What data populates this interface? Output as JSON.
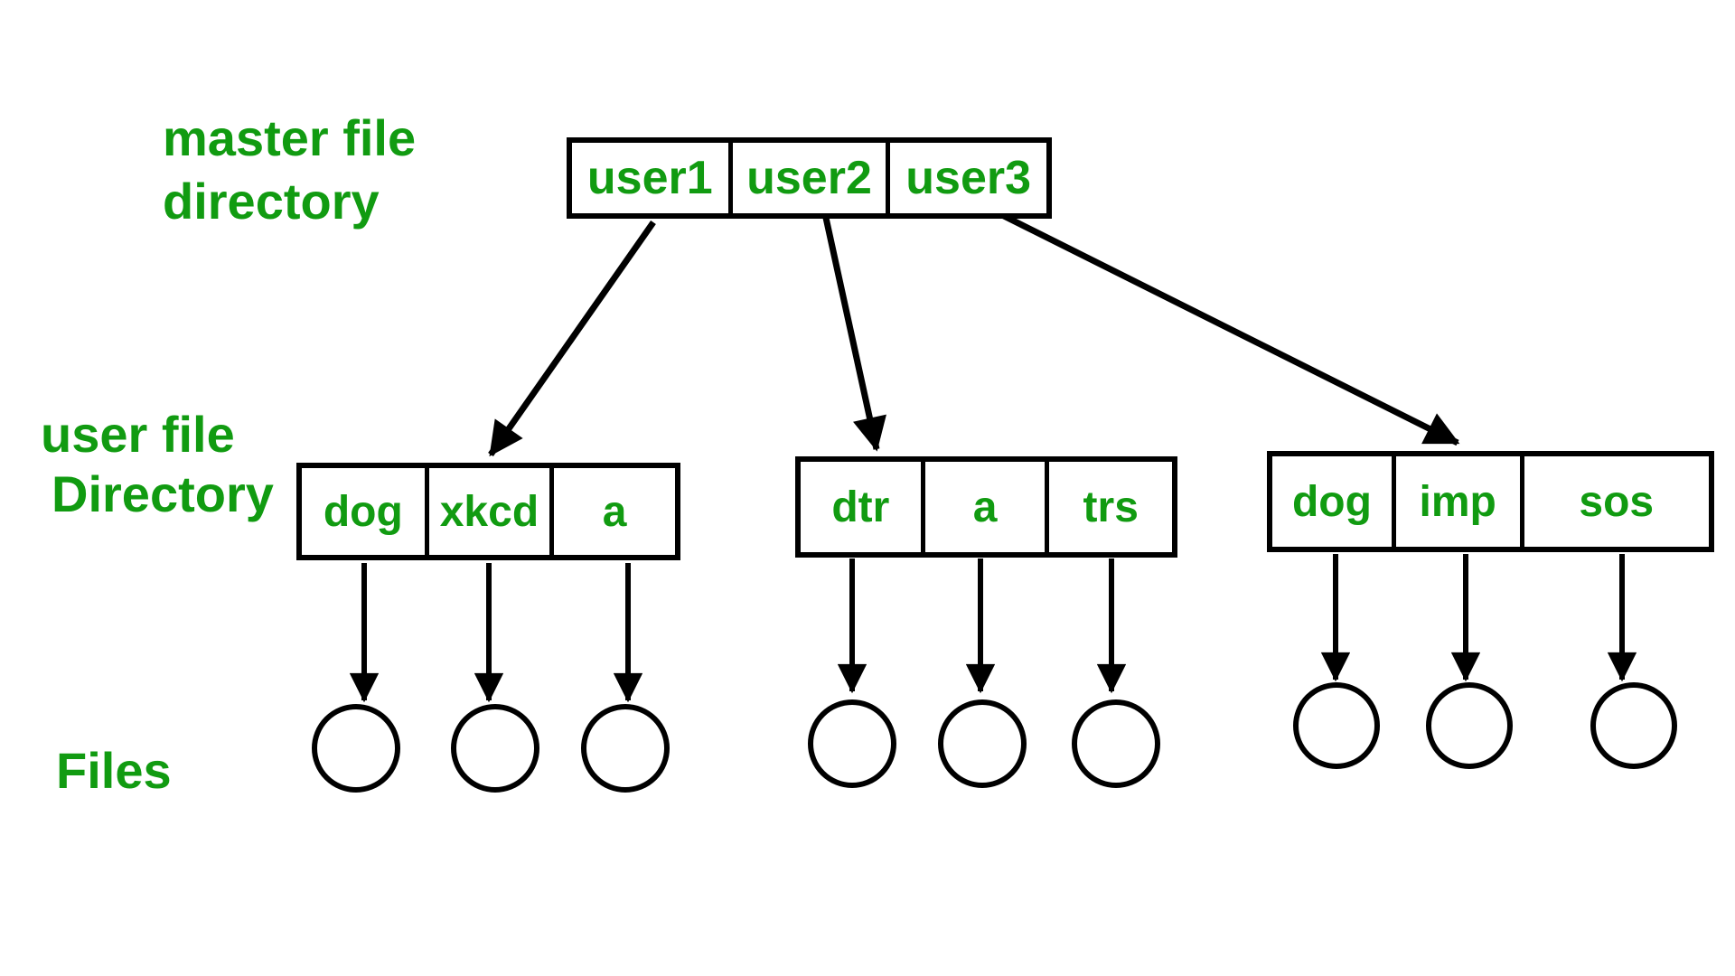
{
  "labels": {
    "master_line1": "master file",
    "master_line2": "directory",
    "user_line1": "user file",
    "user_line2": "Directory",
    "files": "Files"
  },
  "master_directory": {
    "entries": [
      "user1",
      "user2",
      "user3"
    ]
  },
  "user_directories": [
    {
      "entries": [
        "dog",
        "xkcd",
        "a"
      ]
    },
    {
      "entries": [
        "dtr",
        "a",
        "trs"
      ]
    },
    {
      "entries": [
        "dog",
        "imp",
        "sos"
      ]
    }
  ],
  "files": {
    "circle_count": 9
  },
  "colors": {
    "text_green": "#119B11",
    "line": "#000000",
    "background": "#ffffff"
  }
}
